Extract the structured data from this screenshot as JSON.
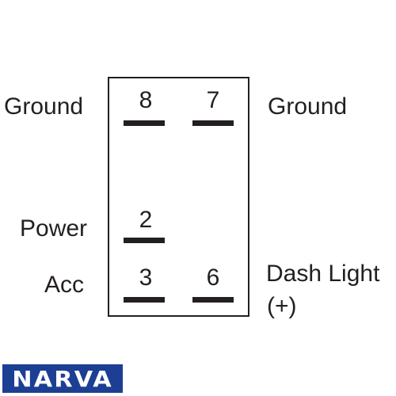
{
  "brand": {
    "logo_text": "NARVA",
    "color": "#1c3f94"
  },
  "terminals": [
    {
      "pin": "8"
    },
    {
      "pin": "7"
    },
    {
      "pin": "2"
    },
    {
      "pin": "3"
    },
    {
      "pin": "6"
    }
  ],
  "labels": {
    "left_top": "Ground",
    "right_top": "Ground",
    "left_middle": "Power",
    "left_bottom": "Acc",
    "right_bottom_line1": "Dash Light",
    "right_bottom_line2": "(+)"
  }
}
